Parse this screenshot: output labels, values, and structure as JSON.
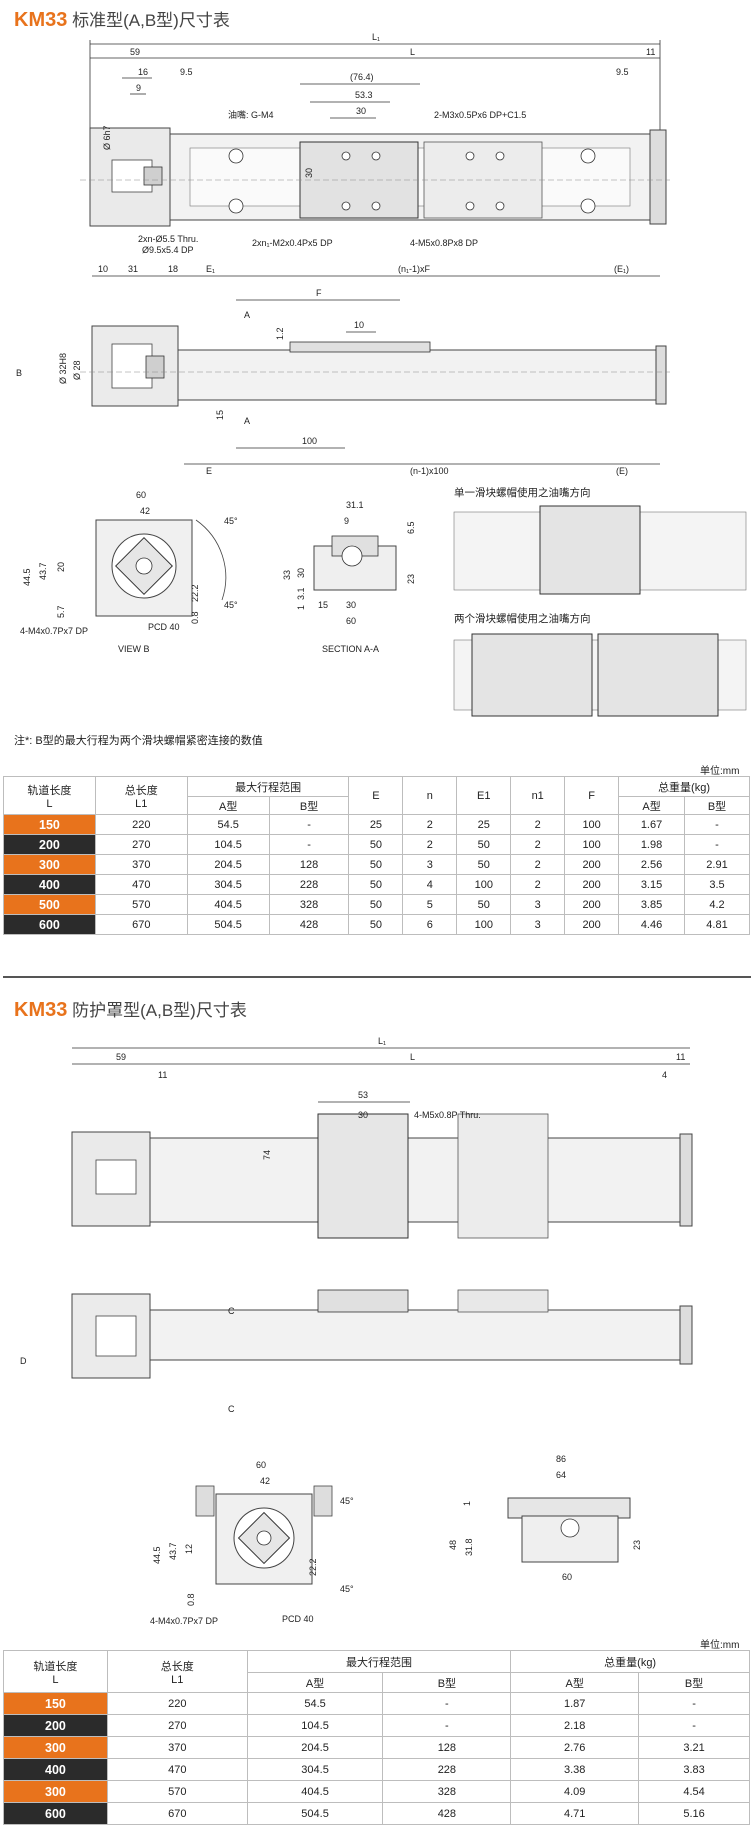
{
  "section1": {
    "model": "KM33",
    "title_zh": "标准型(A,B型)尺寸表",
    "drawing_top": {
      "dims": [
        "L1",
        "59",
        "L",
        "11",
        "16",
        "9",
        "9.5",
        "(76.4)",
        "53.3",
        "30",
        "9.5",
        "Ø 6h7",
        "30"
      ],
      "callouts": [
        "油嘴: G-M4",
        "2-M3x0.5Px6 DP+C1.5",
        "2xn-Ø5.5 Thru.",
        "Ø9.5x5.4 DP",
        "2xn1-M2x0.4Px5 DP",
        "4-M5x0.8Px8 DP"
      ]
    },
    "drawing_side": {
      "dims": [
        "10",
        "31",
        "18",
        "E1",
        "(n1-1)xF",
        "(E1)",
        "F",
        "10",
        "1.2",
        "Ø 32H8",
        "Ø 28",
        "15",
        "100",
        "E",
        "(n-1)x100",
        "(E)"
      ],
      "labels": [
        "A",
        "A",
        "B"
      ]
    },
    "view_b": {
      "dims": [
        "60",
        "42",
        "45°",
        "45°",
        "44.5",
        "43.7",
        "20",
        "5.7",
        "22.2",
        "0.8"
      ],
      "labels": [
        "4-M4x0.7Px7 DP",
        "PCD 40",
        "VIEW B"
      ]
    },
    "section_aa": {
      "dims": [
        "31.1",
        "9",
        "6.5",
        "33",
        "30",
        "3.1",
        "1",
        "23",
        "15",
        "30",
        "60"
      ],
      "label": "SECTION A-A"
    },
    "single_title": "单一滑块螺帽使用之油嘴方向",
    "double_title": "两个滑块螺帽使用之油嘴方向",
    "note": "注*: B型的最大行程为两个滑块螺帽紧密连接的数值",
    "unit": "单位:mm",
    "table": {
      "h_length": "轨道长度",
      "h_length_sym": "L",
      "h_total": "总长度",
      "h_total_sym": "L1",
      "h_stroke": "最大行程范围",
      "h_a": "A型",
      "h_b": "B型",
      "h_e": "E",
      "h_n": "n",
      "h_e1": "E1",
      "h_n1": "n1",
      "h_f": "F",
      "h_weight": "总重量(kg)",
      "rows": [
        {
          "L": "150",
          "L1": "220",
          "A": "54.5",
          "B": "-",
          "E": "25",
          "n": "2",
          "E1": "25",
          "n1": "2",
          "F": "100",
          "WA": "1.67",
          "WB": "-"
        },
        {
          "L": "200",
          "L1": "270",
          "A": "104.5",
          "B": "-",
          "E": "50",
          "n": "2",
          "E1": "50",
          "n1": "2",
          "F": "100",
          "WA": "1.98",
          "WB": "-"
        },
        {
          "L": "300",
          "L1": "370",
          "A": "204.5",
          "B": "128",
          "E": "50",
          "n": "3",
          "E1": "50",
          "n1": "2",
          "F": "200",
          "WA": "2.56",
          "WB": "2.91"
        },
        {
          "L": "400",
          "L1": "470",
          "A": "304.5",
          "B": "228",
          "E": "50",
          "n": "4",
          "E1": "100",
          "n1": "2",
          "F": "200",
          "WA": "3.15",
          "WB": "3.5"
        },
        {
          "L": "500",
          "L1": "570",
          "A": "404.5",
          "B": "328",
          "E": "50",
          "n": "5",
          "E1": "50",
          "n1": "3",
          "F": "200",
          "WA": "3.85",
          "WB": "4.2"
        },
        {
          "L": "600",
          "L1": "670",
          "A": "504.5",
          "B": "428",
          "E": "50",
          "n": "6",
          "E1": "100",
          "n1": "3",
          "F": "200",
          "WA": "4.46",
          "WB": "4.81"
        }
      ]
    }
  },
  "section2": {
    "model": "KM33",
    "title_zh": "防护罩型(A,B型)尺寸表",
    "drawing_top": {
      "dims": [
        "L1",
        "59",
        "L",
        "11",
        "11",
        "4",
        "53",
        "30",
        "74"
      ],
      "callouts": [
        "4-M5x0.8P Thru."
      ]
    },
    "drawing_side": {
      "labels": [
        "C",
        "C",
        "D"
      ]
    },
    "end_view": {
      "dims": [
        "60",
        "42",
        "45°",
        "45°",
        "44.5",
        "43.7",
        "22.2",
        "12",
        "0.8"
      ],
      "labels": [
        "4-M4x0.7Px7 DP",
        "PCD 40"
      ]
    },
    "section_cc": {
      "dims": [
        "86",
        "64",
        "1",
        "48",
        "31.8",
        "23",
        "60"
      ]
    },
    "unit": "单位:mm",
    "table": {
      "h_length": "轨道长度",
      "h_length_sym": "L",
      "h_total": "总长度",
      "h_total_sym": "L1",
      "h_stroke": "最大行程范围",
      "h_a": "A型",
      "h_b": "B型",
      "h_weight": "总重量(kg)",
      "rows": [
        {
          "L": "150",
          "L1": "220",
          "A": "54.5",
          "B": "-",
          "WA": "1.87",
          "WB": "-"
        },
        {
          "L": "200",
          "L1": "270",
          "A": "104.5",
          "B": "-",
          "WA": "2.18",
          "WB": "-"
        },
        {
          "L": "300",
          "L1": "370",
          "A": "204.5",
          "B": "128",
          "WA": "2.76",
          "WB": "3.21"
        },
        {
          "L": "400",
          "L1": "470",
          "A": "304.5",
          "B": "228",
          "WA": "3.38",
          "WB": "3.83"
        },
        {
          "L": "300",
          "L1": "570",
          "A": "404.5",
          "B": "328",
          "WA": "4.09",
          "WB": "4.54"
        },
        {
          "L": "600",
          "L1": "670",
          "A": "504.5",
          "B": "428",
          "WA": "4.71",
          "WB": "5.16"
        }
      ]
    }
  }
}
